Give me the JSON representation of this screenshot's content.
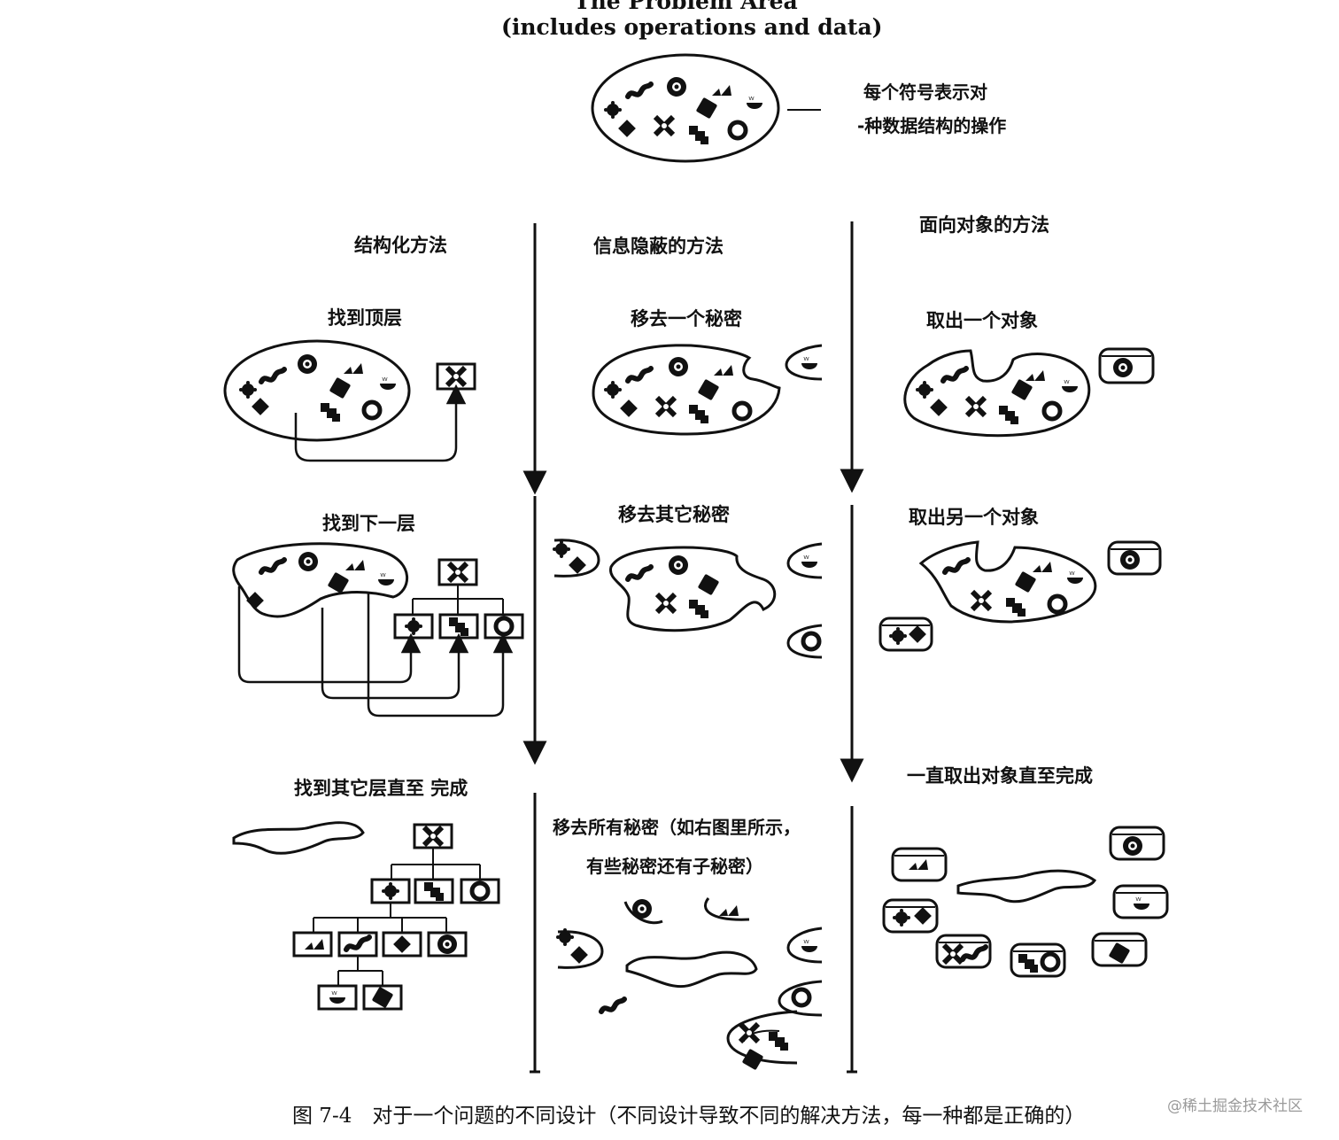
{
  "header": {
    "title_line1": "The Problem Area",
    "title_line2": "(includes operations and data)"
  },
  "legend": {
    "line1": "每个符号表示对",
    "line2": "-种数据结构的操作"
  },
  "columns": [
    {
      "heading": "结构化方法",
      "steps": [
        "找到顶层",
        "找到下一层",
        "找到其它层直至 完成"
      ]
    },
    {
      "heading": "信息隐蔽的方法",
      "steps": [
        "移去一个秘密",
        "移去其它秘密",
        "移去所有秘密（如右图里所示，",
        "有些秘密还有子秘密）"
      ]
    },
    {
      "heading": "面向对象的方法",
      "steps": [
        "取出一个对象",
        "取出另一个对象",
        "一直取出对象直至完成"
      ]
    }
  ],
  "caption": "图 7-4　对于一个问题的不同设计（不同设计导致不同的解决方法，每一种都是正确的）",
  "watermark": "@稀土掘金技术社区",
  "colors": {
    "ink": "#111111",
    "paper": "#ffffff",
    "watermark": "#9a9a9a"
  }
}
